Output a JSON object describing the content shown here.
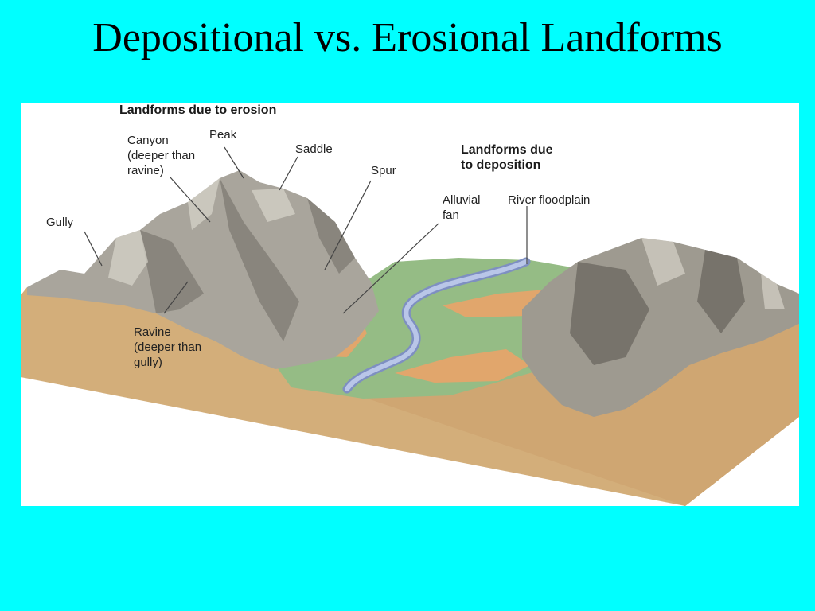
{
  "title": "Depositional vs. Erosional Landforms",
  "colors": {
    "background": "#00FFFF",
    "block_side": "#D3AE7A",
    "rock": "#A9A59C",
    "floodplain": "#95BC85",
    "river": "#A7B7DE",
    "sediment": "#E1A66C"
  },
  "labels": {
    "erosion_heading": "Landforms due to erosion",
    "deposition_heading": "Landforms due\nto deposition",
    "canyon": "Canyon\n(deeper than\nravine)",
    "peak": "Peak",
    "saddle": "Saddle",
    "spur": "Spur",
    "gully": "Gully",
    "ravine": "Ravine\n(deeper than\ngully)",
    "alluvial_fan": "Alluvial\nfan",
    "river_floodplain": "River floodplain"
  }
}
